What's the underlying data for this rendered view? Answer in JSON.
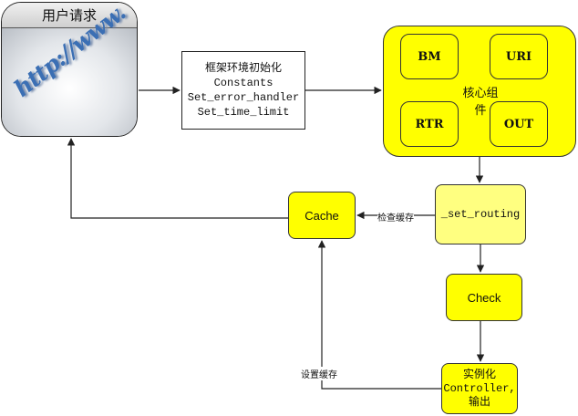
{
  "user_request": {
    "title": "用户请求",
    "url_art": "http://www."
  },
  "init": {
    "lines": [
      "框架环境初始化",
      "Constants",
      "Set_error_handler",
      "Set_time_limit"
    ]
  },
  "core": {
    "label": "核心组件",
    "components": [
      "BM",
      "URI",
      "RTR",
      "OUT"
    ]
  },
  "set_routing": {
    "label": "_set_routing"
  },
  "cache": {
    "label": "Cache"
  },
  "check": {
    "label": "Check"
  },
  "instantiate": {
    "lines": [
      "实例化",
      "Controller,",
      "输出"
    ]
  },
  "edges": {
    "check_cache": "检查缓存",
    "set_cache": "设置缓存"
  },
  "colors": {
    "core_fill": "#ffff00",
    "routing_fill": "#ffff80",
    "line": "#222222"
  }
}
